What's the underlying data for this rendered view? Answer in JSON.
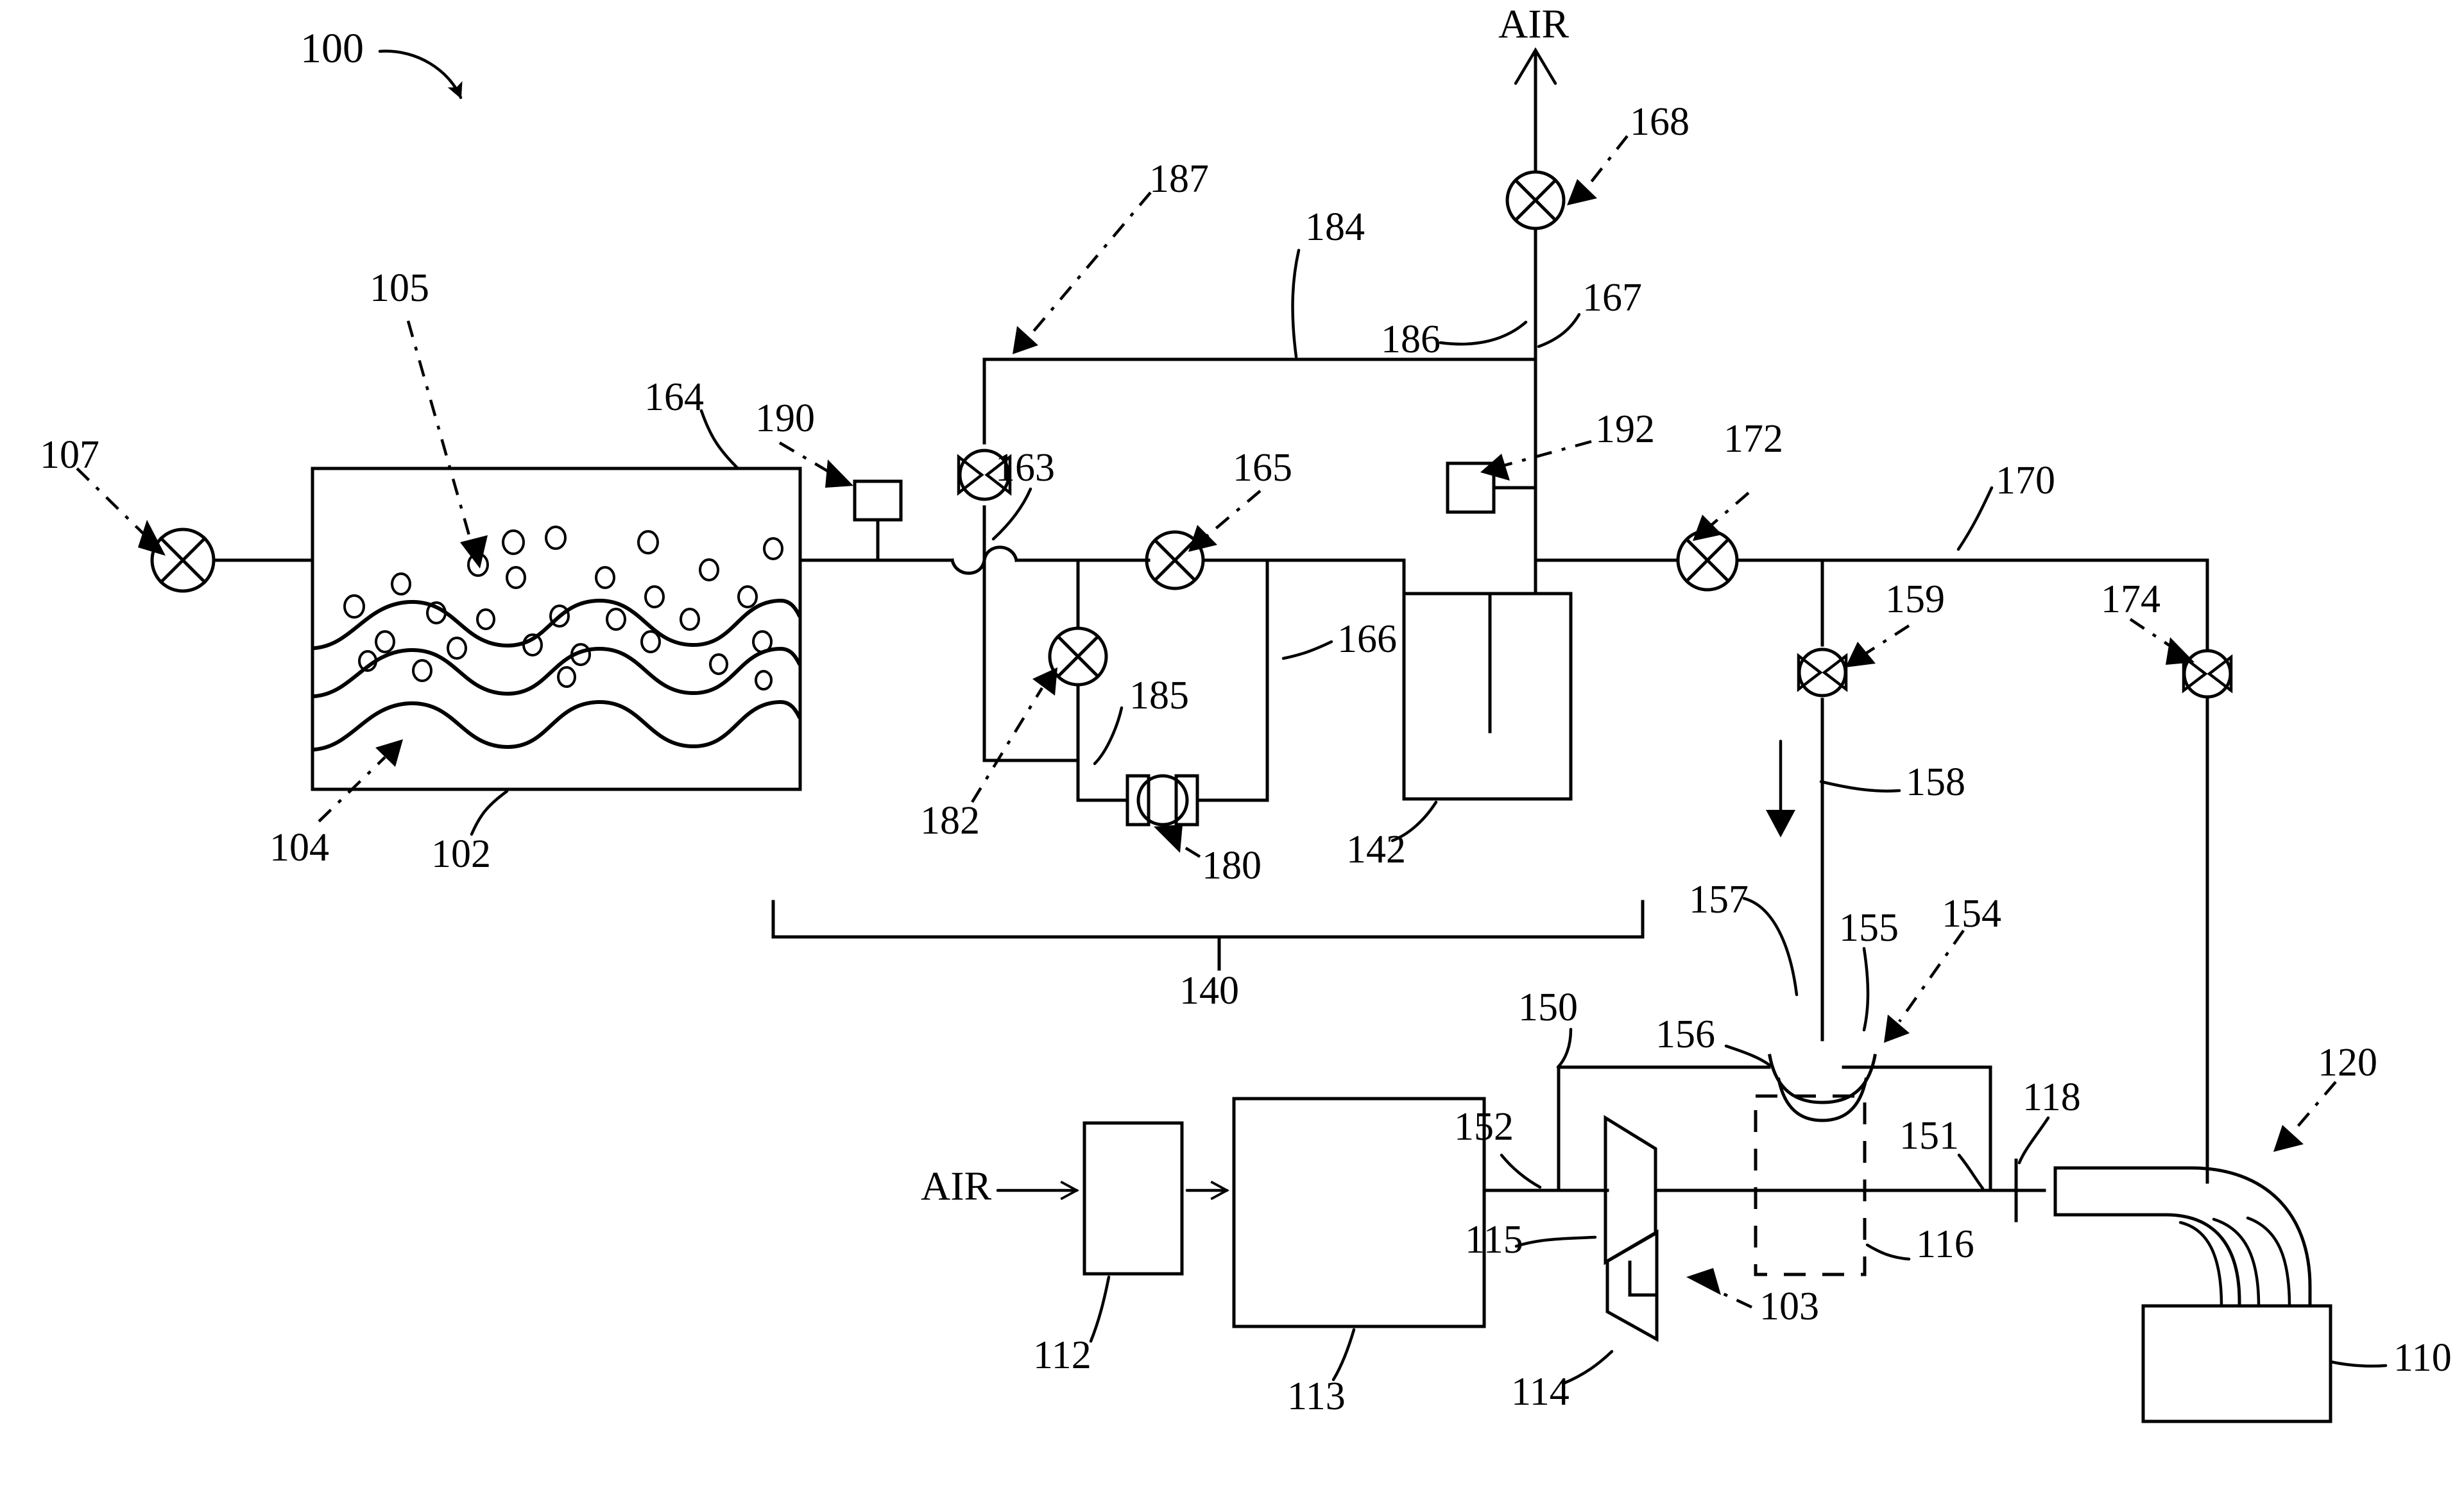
{
  "figure": {
    "figure_number": "100",
    "air_vent_label": "AIR",
    "air_inlet_label": "AIR"
  },
  "reference_numerals": {
    "system": "100",
    "reductant_tank": "102",
    "aqueous_reductant": "104",
    "headspace_gas": "105",
    "tank_fill_valve": "107",
    "exhaust_aftertreatment": "110",
    "air_filter": "112",
    "charge_air_cooler": "113",
    "turbine": "114",
    "compressor": "115",
    "engine_block": "116",
    "exhaust_injection_point": "118",
    "exhaust_elbow_duct": "120",
    "turbo_shaft": "103",
    "doser_module": "140",
    "accumulator_vessel": "142",
    "injector_assembly": "150",
    "exhaust_pipe": "151",
    "intake_pipe": "152",
    "nozzle_tip": "154",
    "spray_cone": "155",
    "nozzle_body": "156",
    "supply_branch": "157",
    "downward_flow": "158",
    "check_valve_159": "159",
    "tank_top_wall": "164",
    "supply_line_163": "163",
    "shutoff_valve_165": "165",
    "return_line_166": "166",
    "vent_line_167": "167",
    "vent_valve_168": "168",
    "delivery_line_170": "170",
    "metering_valve_172": "172",
    "check_valve_174": "174",
    "recirc_pump": "180",
    "recirc_valve_182": "182",
    "recirc_line_185": "185",
    "purge_line_184": "184",
    "purge_line_186": "186",
    "check_valve_187": "187",
    "tank_level_sensor": "190",
    "pressure_sensor_192": "192"
  },
  "components": [
    {
      "id": "100",
      "name": "system-callout",
      "kind": "callout"
    },
    {
      "id": "102",
      "name": "reductant-tank",
      "kind": "tank"
    },
    {
      "id": "104",
      "name": "aqueous-reductant-liquid",
      "kind": "fluid"
    },
    {
      "id": "105",
      "name": "tank-headspace-bubbles",
      "kind": "gas"
    },
    {
      "id": "107",
      "name": "tank-fill-valve",
      "kind": "gate-valve"
    },
    {
      "id": "110",
      "name": "exhaust-aftertreatment-device",
      "kind": "box"
    },
    {
      "id": "112",
      "name": "air-filter-box",
      "kind": "box"
    },
    {
      "id": "113",
      "name": "charge-air-cooler-box",
      "kind": "box"
    },
    {
      "id": "114",
      "name": "turbine-wheel",
      "kind": "turbine"
    },
    {
      "id": "115",
      "name": "compressor-wheel",
      "kind": "compressor"
    },
    {
      "id": "116",
      "name": "engine-block",
      "kind": "dashed-box"
    },
    {
      "id": "118",
      "name": "exhaust-injection-cross",
      "kind": "cross-marker"
    },
    {
      "id": "120",
      "name": "exhaust-elbow-duct",
      "kind": "elbow"
    },
    {
      "id": "103",
      "name": "turbocharger-shaft",
      "kind": "shaft"
    },
    {
      "id": "140",
      "name": "doser-module-bracket",
      "kind": "bracket"
    },
    {
      "id": "142",
      "name": "accumulator-vessel",
      "kind": "vessel"
    },
    {
      "id": "150",
      "name": "injector-assembly-housing",
      "kind": "housing"
    },
    {
      "id": "151",
      "name": "exhaust-pipe-run",
      "kind": "line"
    },
    {
      "id": "152",
      "name": "intake-pipe-run",
      "kind": "line"
    },
    {
      "id": "154",
      "name": "nozzle-tip",
      "kind": "arc"
    },
    {
      "id": "155",
      "name": "spray-cone",
      "kind": "arc"
    },
    {
      "id": "156",
      "name": "nozzle-body",
      "kind": "arc"
    },
    {
      "id": "157",
      "name": "supply-branch-line",
      "kind": "line"
    },
    {
      "id": "158",
      "name": "downward-flow-arrow",
      "kind": "arrow"
    },
    {
      "id": "159",
      "name": "check-valve-downstream",
      "kind": "check-valve"
    },
    {
      "id": "163",
      "name": "supply-line-jumper",
      "kind": "line"
    },
    {
      "id": "164",
      "name": "tank-top-wall",
      "kind": "wall"
    },
    {
      "id": "165",
      "name": "shutoff-valve",
      "kind": "gate-valve"
    },
    {
      "id": "166",
      "name": "return-line",
      "kind": "line"
    },
    {
      "id": "167",
      "name": "vent-line",
      "kind": "line"
    },
    {
      "id": "168",
      "name": "vent-valve",
      "kind": "gate-valve"
    },
    {
      "id": "170",
      "name": "delivery-line",
      "kind": "line"
    },
    {
      "id": "172",
      "name": "metering-valve",
      "kind": "gate-valve"
    },
    {
      "id": "174",
      "name": "check-valve-return",
      "kind": "check-valve"
    },
    {
      "id": "180",
      "name": "recirculation-pump",
      "kind": "pump"
    },
    {
      "id": "182",
      "name": "recirculation-valve",
      "kind": "gate-valve"
    },
    {
      "id": "184",
      "name": "purge-line-upper",
      "kind": "line"
    },
    {
      "id": "185",
      "name": "recirculation-line",
      "kind": "line"
    },
    {
      "id": "186",
      "name": "purge-line-right",
      "kind": "line"
    },
    {
      "id": "187",
      "name": "check-valve-purge",
      "kind": "check-valve"
    },
    {
      "id": "190",
      "name": "tank-level-sensor",
      "kind": "sensor-box"
    },
    {
      "id": "192",
      "name": "pressure-sensor",
      "kind": "sensor-box"
    }
  ]
}
